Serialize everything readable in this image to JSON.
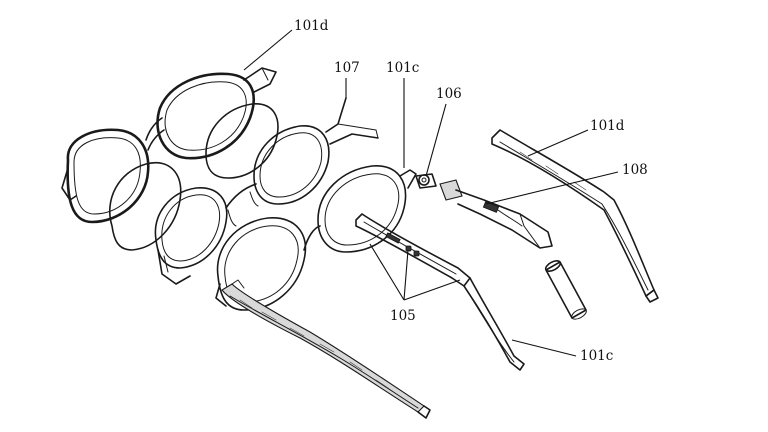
{
  "labels": {
    "top_frame": "101d",
    "inner_frame": "107",
    "front_frame": "101c",
    "hinge": "106",
    "right_temple": "101d",
    "module": "108",
    "vents": "105",
    "left_temple": "101c"
  }
}
